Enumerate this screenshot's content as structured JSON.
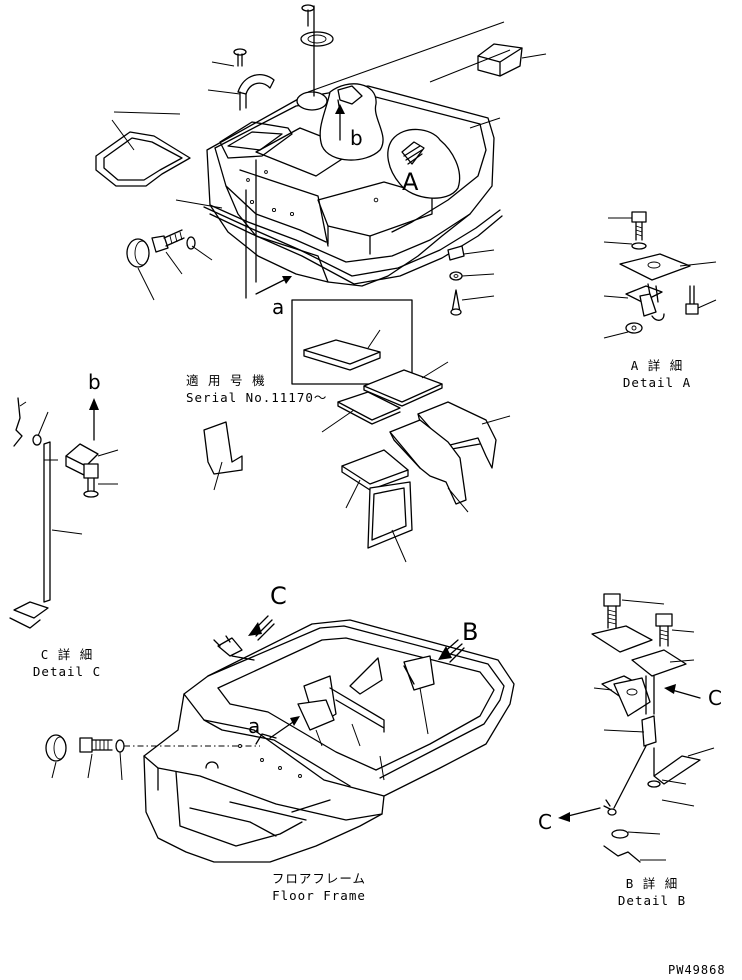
{
  "serial": {
    "jp": "適 用 号 機",
    "en": "Serial No.11170～"
  },
  "details": {
    "a": {
      "jp": "A 詳 細",
      "en": "Detail A"
    },
    "b": {
      "jp": "B 詳 細",
      "en": "Detail B"
    },
    "c": {
      "jp": "C 詳 細",
      "en": "Detail C"
    }
  },
  "floor_frame": {
    "jp": "フロアフレーム",
    "en": "Floor Frame"
  },
  "view_letters": {
    "A_upper": "A",
    "b_upper": "b",
    "a_upper": "a",
    "b_side": "b",
    "C_arrow": "C",
    "B_arrow": "B",
    "a_frame": "a",
    "C_right": "C",
    "C_bottom": "C"
  },
  "drawing_number": "PW49868"
}
